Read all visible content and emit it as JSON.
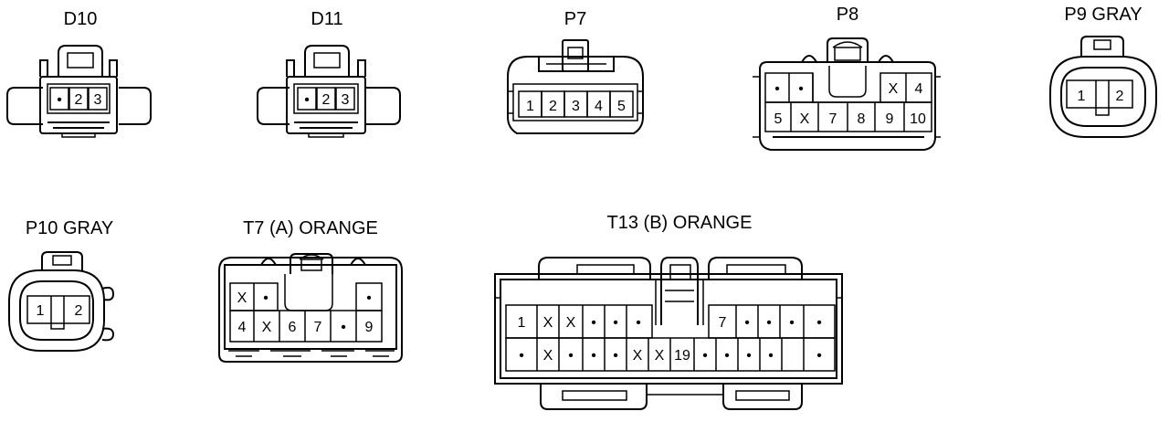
{
  "connectors": [
    {
      "title": "D10",
      "pins": [
        "•",
        "2",
        "3"
      ]
    },
    {
      "title": "D11",
      "pins": [
        "•",
        "2",
        "3"
      ]
    },
    {
      "title": "P7",
      "pins": [
        "1",
        "2",
        "3",
        "4",
        "5"
      ]
    },
    {
      "title": "P8",
      "rows": [
        [
          "•",
          "•",
          "X",
          "4"
        ],
        [
          "5",
          "X",
          "7",
          "8",
          "9",
          "10"
        ]
      ]
    },
    {
      "title": "P9  GRAY",
      "pins": [
        "1",
        "2"
      ]
    },
    {
      "title": "P10  GRAY",
      "pins": [
        "1",
        "2"
      ]
    },
    {
      "title": "T7 (A)  ORANGE",
      "rows": [
        [
          "X",
          "•",
          "•"
        ],
        [
          "4",
          "X",
          "6",
          "7",
          "•",
          "9"
        ]
      ]
    },
    {
      "title": "T13 (B)  ORANGE",
      "rows": [
        [
          "1",
          "X",
          "X",
          "•",
          "•",
          "•",
          "7",
          "•",
          "•",
          "•",
          "•"
        ],
        [
          "•",
          "X",
          "•",
          "•",
          "•",
          "X",
          "X",
          "19",
          "•",
          "•",
          "•",
          "•",
          "•"
        ]
      ]
    }
  ]
}
